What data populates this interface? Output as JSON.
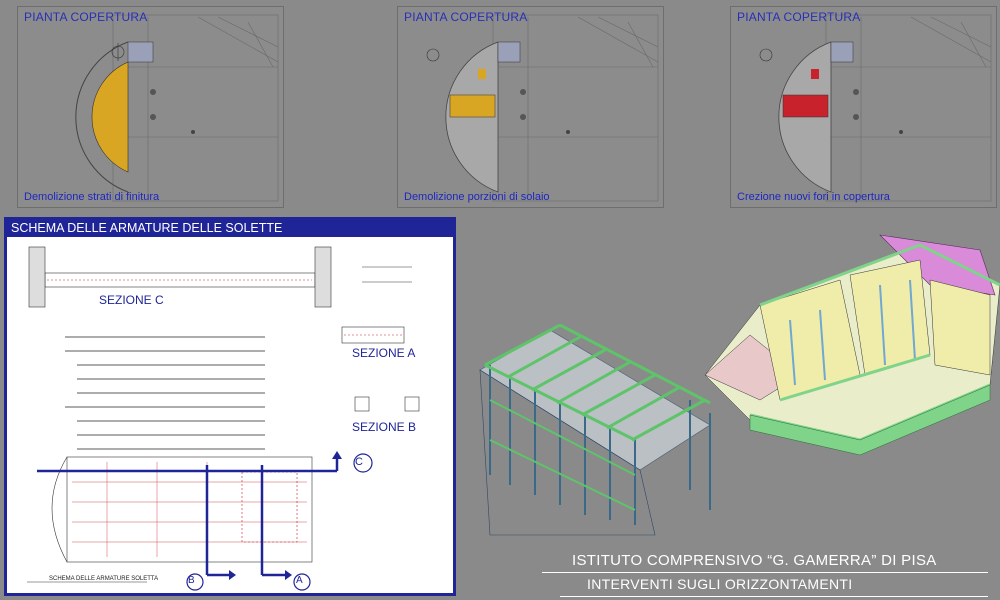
{
  "panels": [
    {
      "title": "PIANTA COPERTURA",
      "caption": "Demolizione strati di finitura"
    },
    {
      "title": "PIANTA COPERTURA",
      "caption": "Demolizione porzioni di solaio"
    },
    {
      "title": "PIANTA COPERTURA",
      "caption": "Crezione nuovi fori in copertura"
    }
  ],
  "schema": {
    "header": "SCHEMA DELLE ARMATURE DELLE SOLETTE",
    "section_c": "SEZIONE C",
    "section_a": "SEZIONE A",
    "section_b": "SEZIONE B",
    "plan_caption": "SCHEMA DELLE ARMATURE  SOLETTA",
    "marker_c": "C",
    "marker_b": "B",
    "marker_a": "A"
  },
  "footer": {
    "line1": "ISTITUTO COMPRENSIVO  “G. GAMERRA” DI PISA",
    "line2": "INTERVENTI SUGLI ORIZZONTAMENTI"
  },
  "colors": {
    "accent_blue": "#1f2596",
    "fill_yellow": "#d9a623",
    "fill_red": "#c8232c",
    "model_green": "#7fd48a",
    "model_yellow": "#f0ecaa",
    "model_magenta": "#d98ad9",
    "model_blue": "#6fa8d0"
  }
}
